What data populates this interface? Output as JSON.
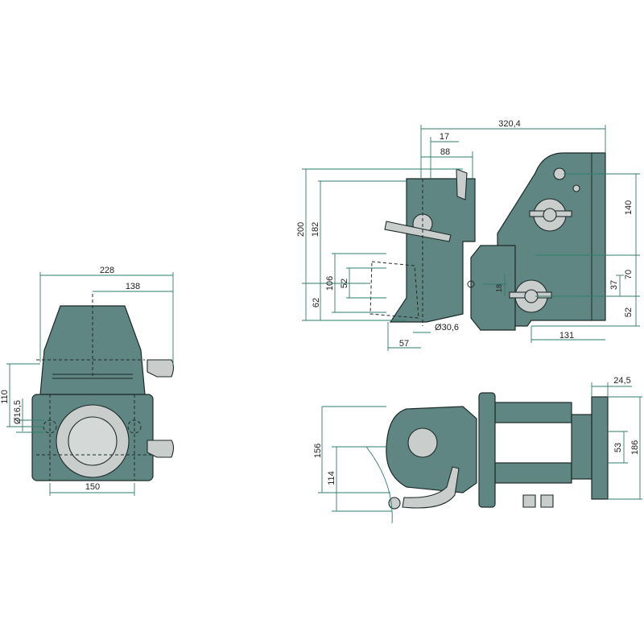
{
  "drawing": {
    "front_view": {
      "dims": {
        "width_total": "228",
        "width_offset": "138",
        "hole_spacing": "150",
        "height": "110",
        "hole_diameter": "Ø16,5"
      }
    },
    "side_view": {
      "dims": {
        "length_total": "320,4",
        "d17": "17",
        "d88": "88",
        "h200": "200",
        "h182": "182",
        "h106": "106",
        "h52": "52",
        "h62": "62",
        "d18": "18",
        "ball_diameter": "Ø30,6",
        "d57": "57",
        "d131": "131",
        "h140": "140",
        "h70": "70",
        "h37": "37",
        "h52b": "52"
      }
    },
    "top_view": {
      "dims": {
        "d24_5": "24,5",
        "h186": "186",
        "h53": "53",
        "h156": "156",
        "h114": "114"
      }
    }
  }
}
